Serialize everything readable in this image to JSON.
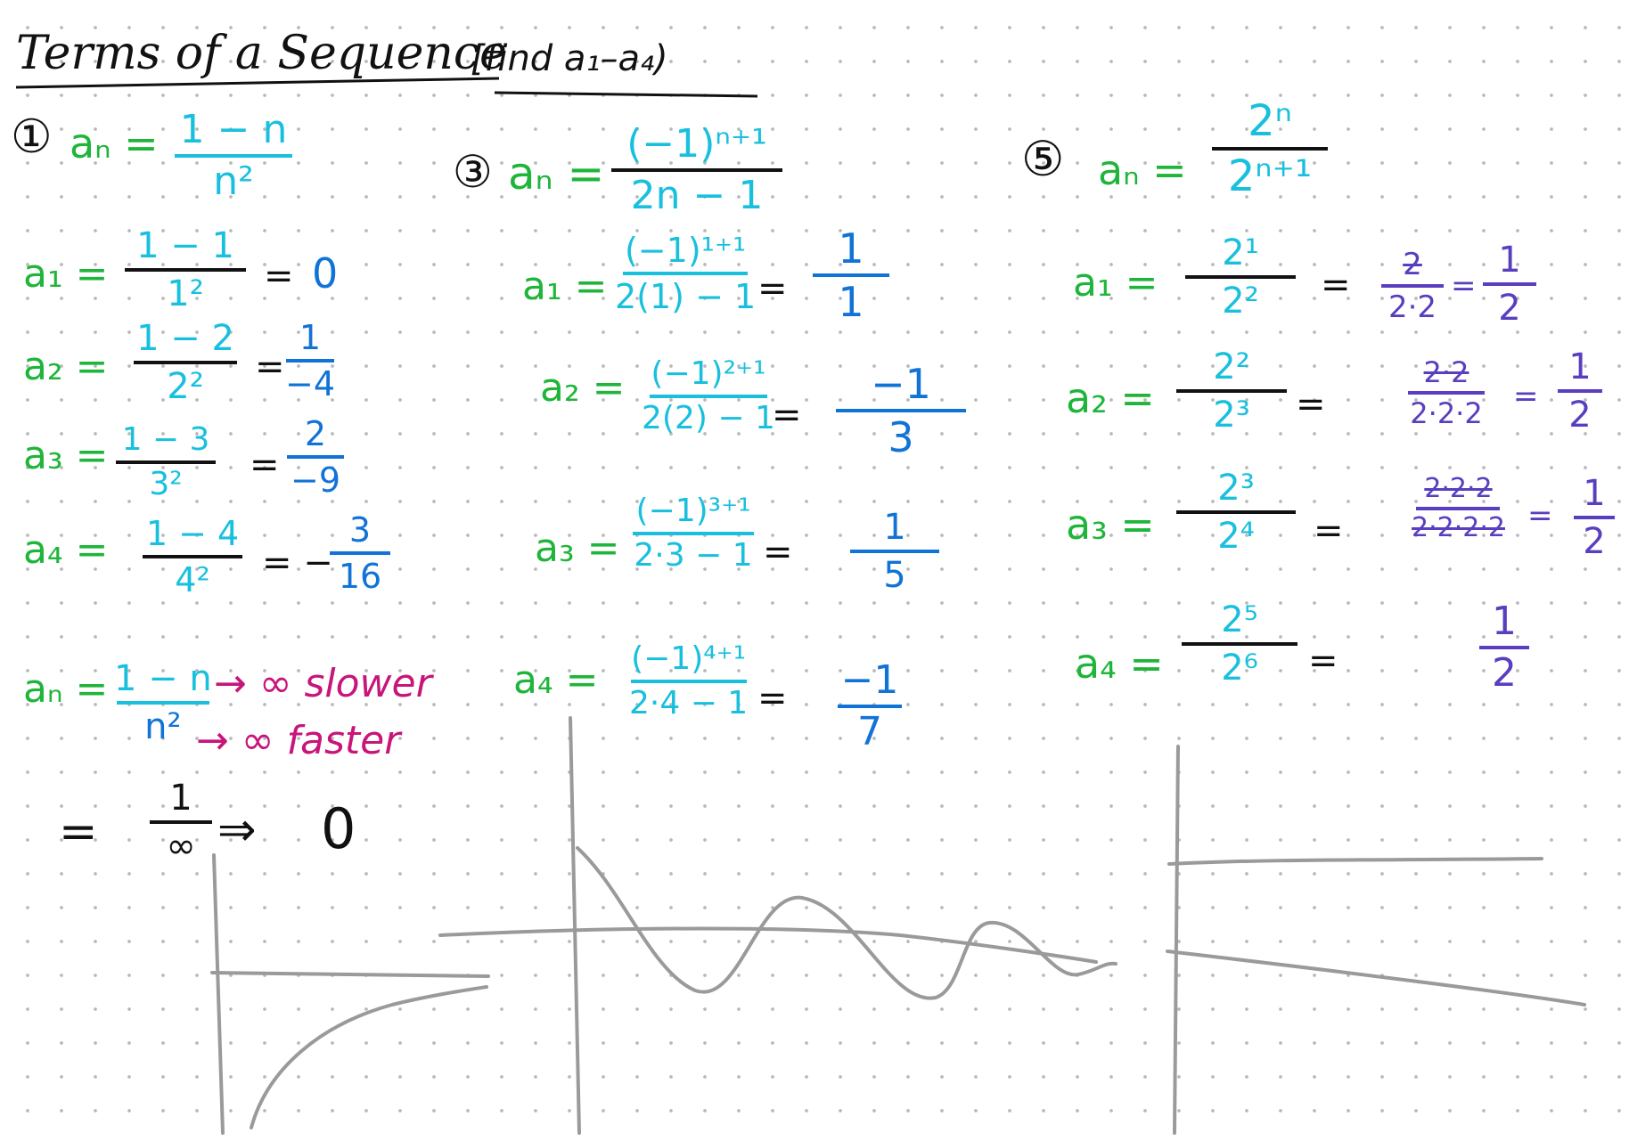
{
  "page": {
    "title": "Terms of a Sequence",
    "title_note": "[find a₁–a₄)"
  },
  "colors": {
    "ink": "#111111",
    "green": "#1fb53a",
    "blue": "#1273d6",
    "cyan": "#19c0de",
    "magenta": "#c8157a",
    "purple": "#5a3ec0",
    "graph": "#9a9a9a"
  },
  "problem1": {
    "number": "①",
    "lhs": "aₙ =",
    "formula_num": "1 − n",
    "formula_den": "n²",
    "terms": [
      {
        "label": "a₁ =",
        "num": "1 − 1",
        "den": "1²",
        "eq": "=",
        "result": "0"
      },
      {
        "label": "a₂ =",
        "num": "1 − 2",
        "den": "2²",
        "eq": "=",
        "res_num": "1",
        "res_den": "−4"
      },
      {
        "label": "a₃ =",
        "num": "1 − 3",
        "den": "3²",
        "eq": "=",
        "res_num": "2",
        "res_den": "−9"
      },
      {
        "label": "a₄ =",
        "num": "1 − 4",
        "den": "4²",
        "eq": "= −",
        "res_num": "3",
        "res_den": "16"
      }
    ],
    "limit": {
      "lhs": "aₙ =",
      "num": "1 − n",
      "den": "n²",
      "note_num": "→ ∞ slower",
      "note_den": "→ ∞ faster",
      "conclusion_eq": "=",
      "conclusion_num": "1",
      "conclusion_den": "∞",
      "conclusion_arrow": "⇒",
      "conclusion_result": "0"
    }
  },
  "problem3": {
    "number": "③",
    "lhs": "aₙ =",
    "formula_num": "(−1)ⁿ⁺¹",
    "formula_den": "2n − 1",
    "terms": [
      {
        "label": "a₁ =",
        "num": "(−1)¹⁺¹",
        "den": "2(1) − 1",
        "eq": "=",
        "res_num": "1",
        "res_den": "1"
      },
      {
        "label": "a₂ =",
        "num": "(−1)²⁺¹",
        "den": "2(2) − 1",
        "eq": "=",
        "res_num": "−1",
        "res_den": "3"
      },
      {
        "label": "a₃ =",
        "num": "(−1)³⁺¹",
        "den": "2·3 − 1",
        "eq": "=",
        "res_num": "1",
        "res_den": "5"
      },
      {
        "label": "a₄ =",
        "num": "(−1)⁴⁺¹",
        "den": "2·4 − 1",
        "eq": "=",
        "res_num": "−1",
        "res_den": "7"
      }
    ]
  },
  "problem5": {
    "number": "⑤",
    "lhs": "aₙ =",
    "formula_num": "2ⁿ",
    "formula_den": "2ⁿ⁺¹",
    "terms": [
      {
        "label": "a₁ =",
        "num": "2¹",
        "den": "2²",
        "eq": "=",
        "work_num": "2",
        "work_den": "2·2",
        "eq2": "=",
        "res_num": "1",
        "res_den": "2"
      },
      {
        "label": "a₂ =",
        "num": "2²",
        "den": "2³",
        "eq": "=",
        "work_num": "2·2",
        "work_den": "2·2·2",
        "eq2": "=",
        "res_num": "1",
        "res_den": "2"
      },
      {
        "label": "a₃ =",
        "num": "2³",
        "den": "2⁴",
        "eq": "=",
        "work_num": "2·2·2",
        "work_den": "2·2·2·2",
        "eq2": "=",
        "res_num": "1",
        "res_den": "2"
      },
      {
        "label": "a₄ =",
        "num": "2⁵",
        "den": "2⁶",
        "eq": "=",
        "res_num": "1",
        "res_den": "2"
      }
    ]
  }
}
